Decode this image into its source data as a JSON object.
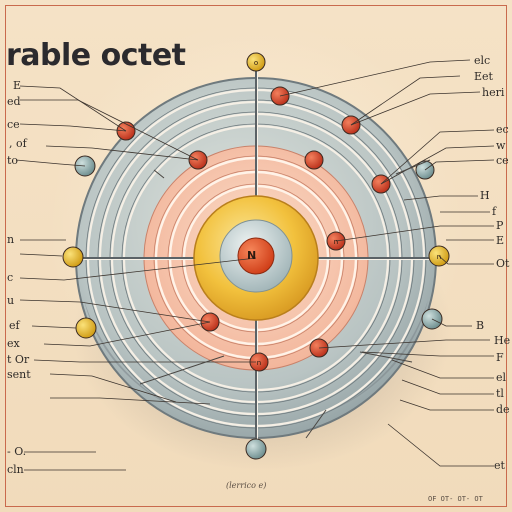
{
  "title": "rable octet",
  "nucleus": {
    "label": "N"
  },
  "electron_marks": {
    "lower": "n",
    "right": "n",
    "upper": "o"
  },
  "labels_left": [
    "E",
    "ed",
    "ce",
    ", of",
    "to",
    "n",
    "c",
    "u",
    "ef",
    "ex",
    "t  Or",
    "sent",
    "- O.",
    "cln"
  ],
  "labels_right": [
    "elc",
    "Eet",
    "heri",
    "ec",
    "w",
    "ce",
    "H",
    "f",
    "P",
    "E",
    "Ot",
    "B",
    "He",
    "F",
    "el",
    "tl",
    "de",
    "et"
  ],
  "caption": "(lerrico  e)",
  "footer": "OF  OT-  OT-  OT",
  "colors": {
    "paper": "#f3dfc1",
    "orbit_outer": "#b8c3c3",
    "orbit_inner": "#f1b59a",
    "nucleus_halo": "#f4c444",
    "nucleus_core": "#e0501f",
    "electron_red": "#d2452a",
    "electron_yellow": "#e9bf2e",
    "electron_teal": "#86a9a8",
    "border": "#c96a4d"
  }
}
